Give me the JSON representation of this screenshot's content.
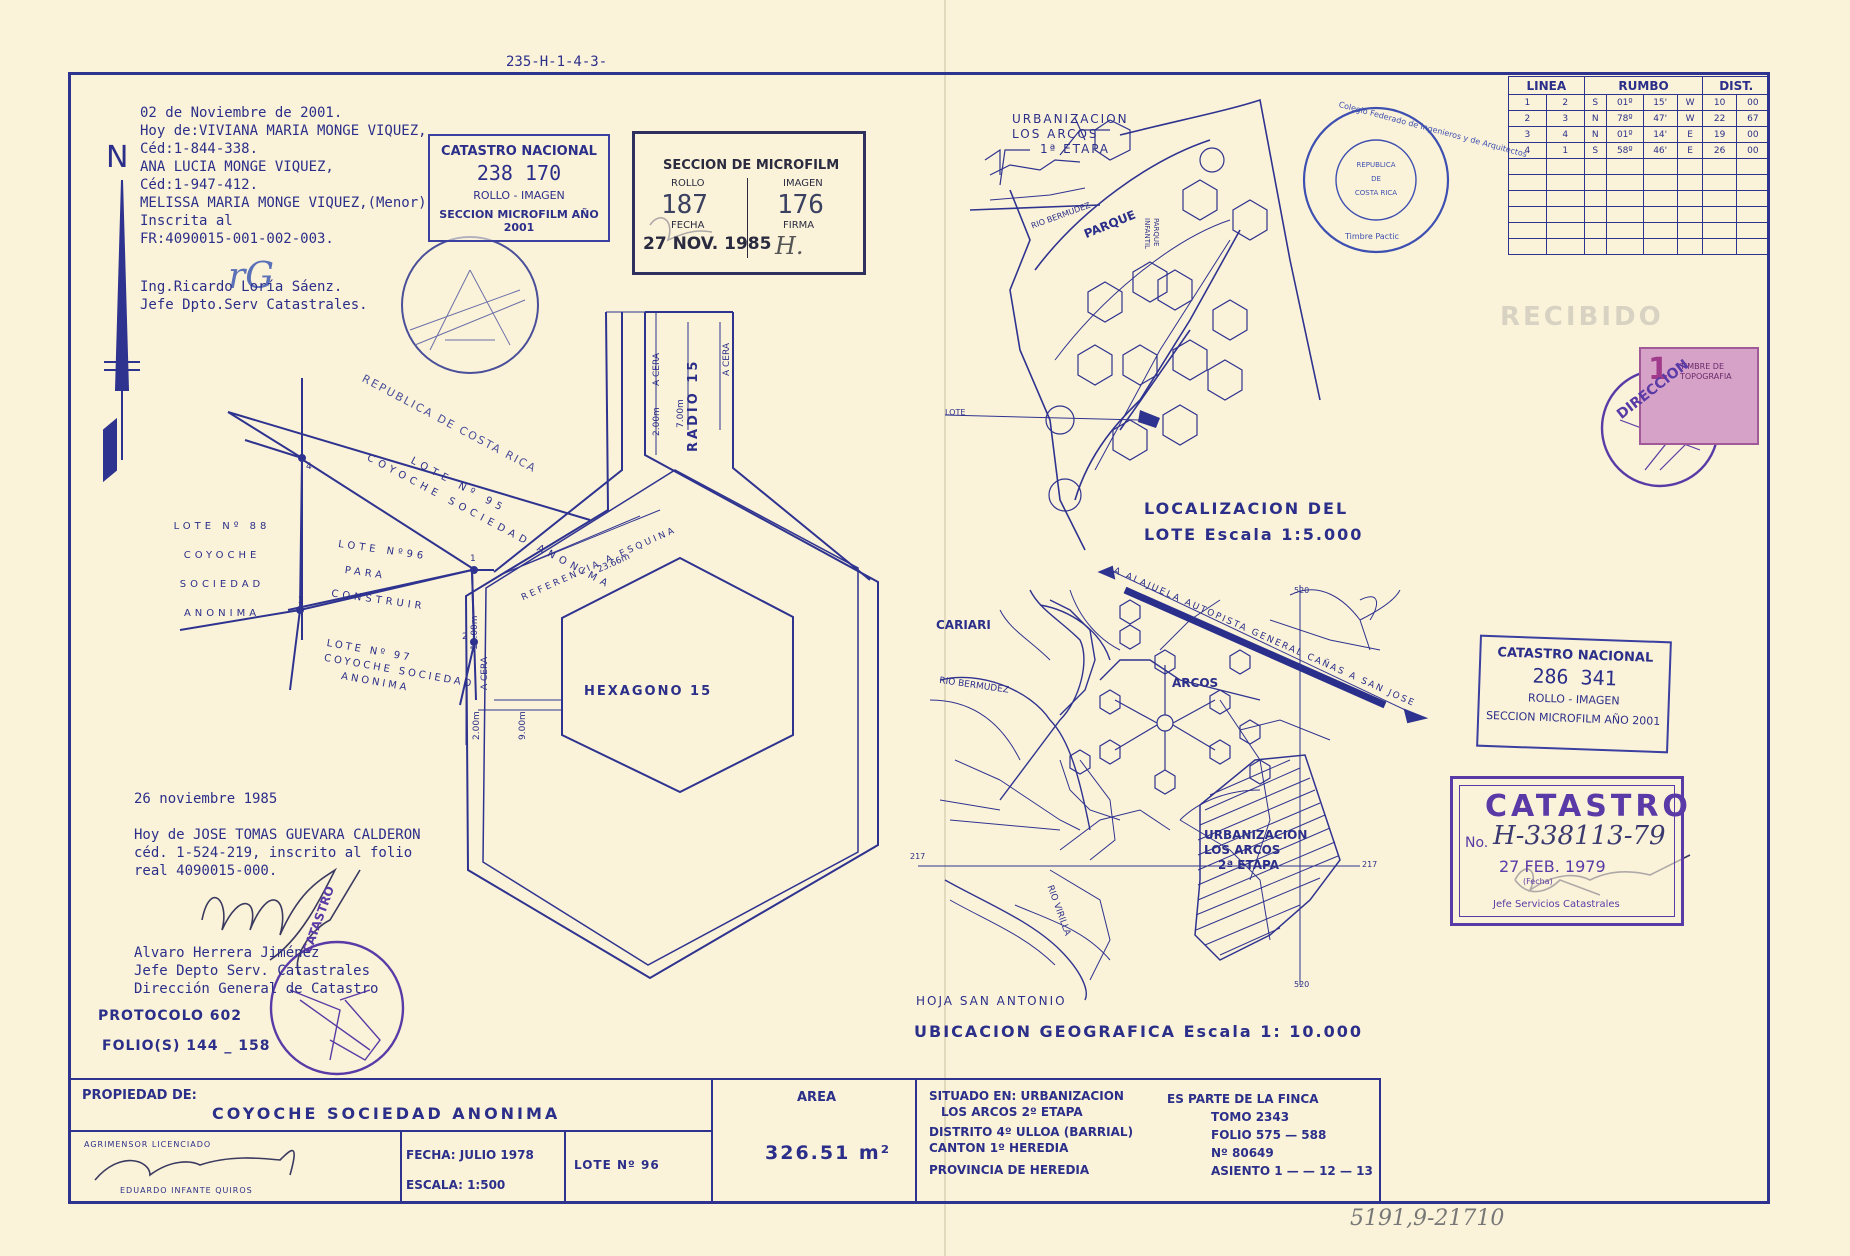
{
  "header": {
    "top_code": "235-H-1-4-3-",
    "bottom_code": "5191,9-21710"
  },
  "notes": {
    "lines_2001": [
      "02 de Noviembre de 2001.",
      "Hoy de:VIVIANA MARIA MONGE VIQUEZ,",
      "Céd:1-844-338.",
      "ANA LUCIA MONGE VIQUEZ,",
      "Céd:1-947-412.",
      "MELISSA MARIA MONGE VIQUEZ,(Menor)",
      "Inscrita al",
      "FR:4090015-001-002-003."
    ],
    "initials": "rG",
    "signer_2001": [
      "Ing.Ricardo Loría Sáenz.",
      "Jefe Dpto.Serv Catastrales."
    ],
    "lines_1985": [
      "26 noviembre 1985",
      "",
      "Hoy de JOSE TOMAS GUEVARA CALDERON",
      "céd. 1-524-219, inscrito al folio",
      "real 4090015-000."
    ],
    "signer_1985": [
      "Alvaro Herrera Jiménez",
      "Jefe Depto Serv. Catastrales",
      "Dirección General de Catastro"
    ],
    "protocolo": "PROTOCOLO 602",
    "folios": "FOLIO(S) 144 _ 158"
  },
  "north_letter": "N",
  "stamps": {
    "catastro_nacional_1": {
      "title": "CATASTRO NACIONAL",
      "number": "238 170",
      "sub": "ROLLO - IMAGEN",
      "foot": "SECCION MICROFILM AÑO 2001"
    },
    "microfilm": {
      "title": "SECCION DE MICROFILM",
      "rollo_label": "ROLLO",
      "imagen_label": "IMAGEN",
      "rollo": "187",
      "imagen": "176",
      "fecha_label": "FECHA",
      "firma_label": "FIRMA",
      "fecha": "27 NOV. 1985",
      "firma": "H."
    },
    "round_seal_1": "REPUBLICA DE COSTA RICA",
    "colegio_seal": {
      "outer": "Colegio Federado de Ingenieros y de Arquitectos",
      "inner": [
        "REPUBLICA",
        "DE",
        "COSTA RICA"
      ],
      "foot": "Timbre Pactic"
    },
    "catastro_nacional_2": {
      "title": "CATASTRO NACIONAL",
      "number": "286 341",
      "sub": "ROLLO - IMAGEN",
      "foot": "SECCION MICROFILM AÑO 2001"
    },
    "catastro_box": {
      "title": "CATASTRO",
      "no_label": "No.",
      "number": "H-338113-79",
      "date": "27 FEB. 1979",
      "fecha": "(Fecha)",
      "foot": "Jefe Servicios Catastrales"
    },
    "timbre": {
      "value": "1",
      "text": "TIMBRE DE TOPOGRAFIA"
    },
    "direccion_seal": "DIRECCION",
    "recibido": "RECIBIDO",
    "round_seal_2": "CATASTRO"
  },
  "plan": {
    "lots": [
      {
        "id": "lote-95",
        "lines": [
          "LOTE Nº 95",
          "COYOCHE SOCIEDAD ANONIMA"
        ]
      },
      {
        "id": "lote-88",
        "lines": [
          "LOTE Nº 88",
          "COYOCHE",
          "SOCIEDAD",
          "ANONIMA"
        ]
      },
      {
        "id": "lote-96",
        "lines": [
          "LOTE Nº96",
          "PARA",
          "CONSTRUIR"
        ]
      },
      {
        "id": "lote-97",
        "lines": [
          "LOTE Nº 97",
          "COYOCHE SOCIEDAD",
          "ANONIMA"
        ]
      }
    ],
    "vertices": [
      "1",
      "2",
      "3",
      "4"
    ],
    "labels": {
      "hexagon": "HEXAGONO 15",
      "radio": "RADIO 15",
      "acera_top_left": "A CERA",
      "acera_top_right": "A CERA",
      "acera_side": "A CERA",
      "dim_200_a": "2.00m",
      "dim_700": "7.00m",
      "dim_1000": "10.00m",
      "dim_200_b": "2.00m",
      "dim_900": "9.00m",
      "referencia": "REFERENCIA A ESQUINA",
      "dist_ref": "23.66m"
    }
  },
  "localizacion": {
    "title_lines": [
      "LOCALIZACION DEL",
      "LOTE Escala 1:5.000"
    ],
    "urbanizacion": [
      "URBANIZACION",
      "LOS ARCOS",
      "1ª ETAPA"
    ],
    "rio_bermudez": "RIO BERMUDEZ",
    "parque": "PARQUE",
    "parque_infantil": [
      "PARQUE",
      "INFANTIL"
    ],
    "lote": "LOTE"
  },
  "ubicacion": {
    "title": "UBICACION GEOGRAFICA Escala 1: 10.000",
    "hoja": "HOJA SAN ANTONIO",
    "cariari": "CARIARI",
    "rio_bermudez": "RIO BERMUDEZ",
    "arcos": "ARCOS",
    "autopista": "A ALAJUELA   AUTOPISTA   GENERAL CAÑAS   A SAN JOSE",
    "urbanizacion": [
      "URBANIZACION",
      "LOS ARCOS",
      "2ª ETAPA"
    ],
    "rio_virilla": "RIO VIRILLA",
    "grid": {
      "top": "520",
      "bottom": "520",
      "left": "217",
      "right": "217"
    }
  },
  "rumbo_table": {
    "headers": [
      "LINEA",
      "RUMBO",
      "DIST."
    ],
    "rows": [
      [
        "1",
        "2",
        "S",
        "01º",
        "15'",
        "W",
        "10",
        "00"
      ],
      [
        "2",
        "3",
        "N",
        "78º",
        "47'",
        "W",
        "22",
        "67"
      ],
      [
        "3",
        "4",
        "N",
        "01º",
        "14'",
        "E",
        "19",
        "00"
      ],
      [
        "4",
        "1",
        "S",
        "58º",
        "46'",
        "E",
        "26",
        "00"
      ]
    ],
    "empty_rows": 6
  },
  "title_block": {
    "propiedad_label": "PROPIEDAD DE:",
    "propiedad": "COYOCHE SOCIEDAD ANONIMA",
    "area_label": "AREA",
    "area": "326.51 m²",
    "agrimensor_label": "AGRIMENSOR   LICENCIADO",
    "agrimensor": "EDUARDO   INFANTE   QUIROS",
    "fecha": "FECHA: JULIO 1978",
    "escala": "ESCALA: 1:500",
    "lote": "LOTE Nº 96",
    "situado": [
      "SITUADO EN: URBANIZACION",
      "LOS ARCOS 2º ETAPA",
      "DISTRITO 4º ULLOA (BARRIAL)",
      "CANTON    1º HEREDIA",
      "PROVINCIA DE HEREDIA"
    ],
    "finca": [
      "ES PARTE DE LA FINCA",
      "TOMO 2343",
      "FOLIO 575 — 588",
      "Nº    80649",
      "ASIENTO 1 — — 12 — 13"
    ]
  },
  "colors": {
    "ink": "#2b2f8a",
    "stamp_purple": "#5a3aa6",
    "paper": "#fbf3d9",
    "timbre": "#c06aa8"
  }
}
